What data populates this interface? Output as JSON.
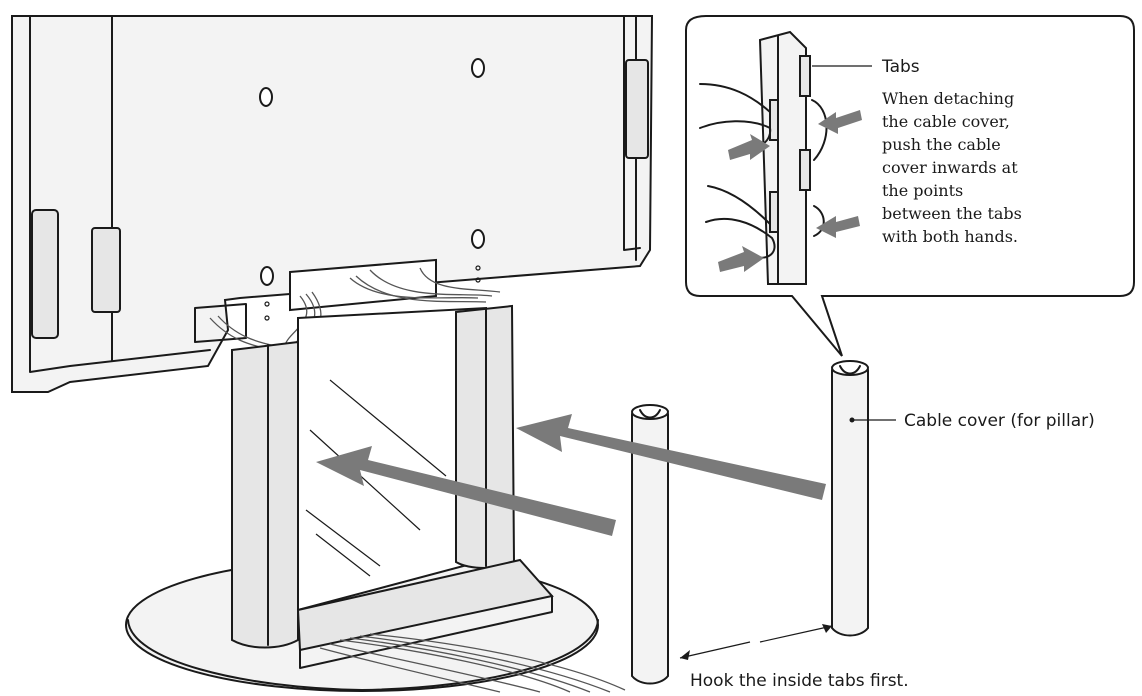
{
  "labels": {
    "tabs": "Tabs",
    "detach_instructions": [
      "When detaching",
      "the cable cover,",
      "push the cable",
      "cover inwards at",
      "the points",
      "between the tabs",
      "with both hands."
    ],
    "cable_cover": "Cable cover (for pillar)",
    "hook_tabs": "Hook the inside tabs first."
  },
  "colors": {
    "arrow": "#7a7a7a",
    "line": "#1a1a1a",
    "panel_fill": "#f3f3f3"
  }
}
